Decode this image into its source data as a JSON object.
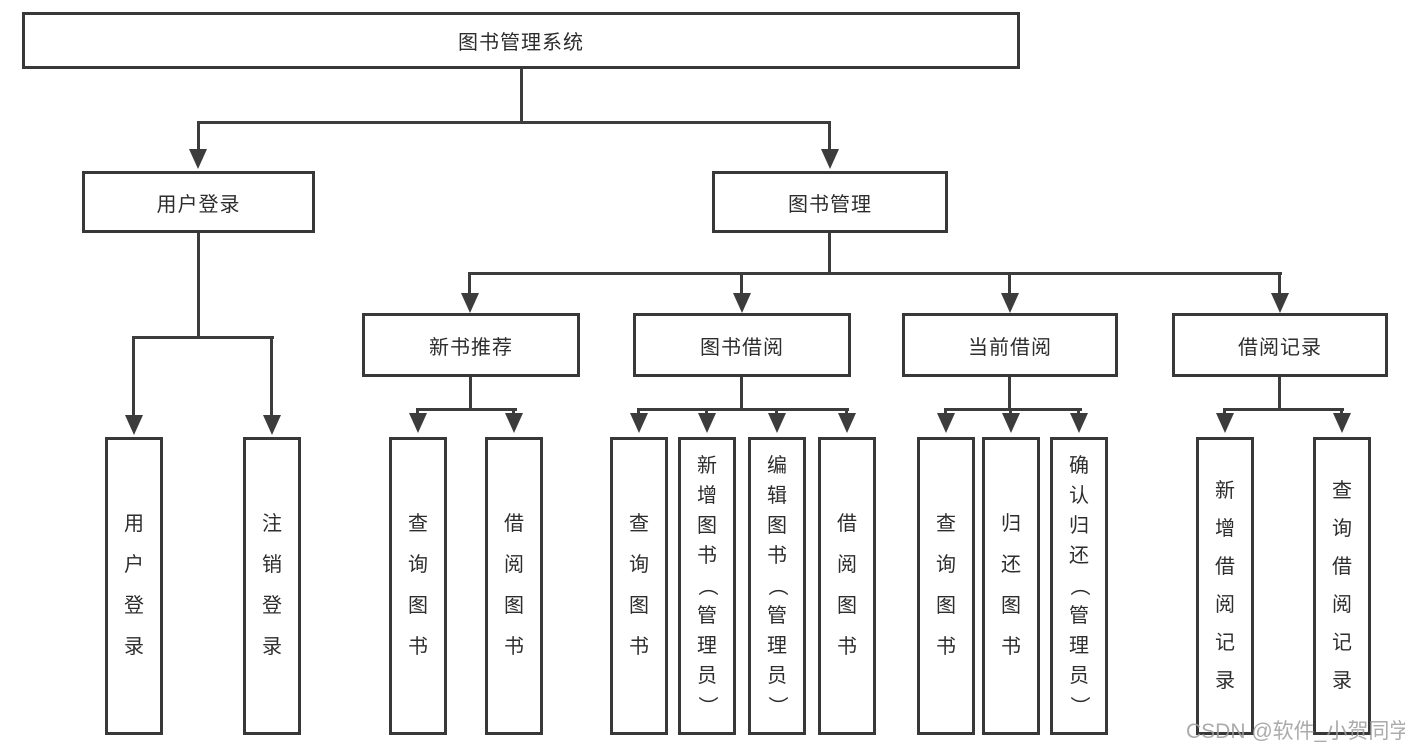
{
  "diagram": {
    "title": "图书管理系统",
    "root": {
      "label": "图书管理系统"
    },
    "branches": [
      {
        "label": "用户登录",
        "children": [
          "用户登录",
          "注销登录"
        ]
      },
      {
        "label": "图书管理",
        "sections": [
          {
            "label": "新书推荐",
            "children": [
              "查询图书",
              "借阅图书"
            ]
          },
          {
            "label": "图书借阅",
            "children": [
              "查询图书",
              "新增图书（管理员）",
              "编辑图书（管理员）",
              "借阅图书"
            ]
          },
          {
            "label": "当前借阅",
            "children": [
              "查询图书",
              "归还图书",
              "确认归还（管理员）"
            ]
          },
          {
            "label": "借阅记录",
            "children": [
              "新增借阅记录",
              "查询借阅记录"
            ]
          }
        ]
      }
    ]
  },
  "watermark": {
    "text": "CSDN @软件_小贺同学"
  },
  "colors": {
    "background": "#ffffff",
    "box_border": "#383838",
    "connector_line": "#3c3c3c",
    "text": "#2d2d2d",
    "watermark_text": "#9d9d9d"
  }
}
